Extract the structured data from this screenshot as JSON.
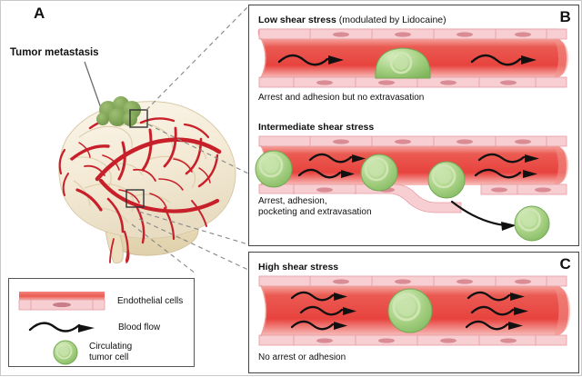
{
  "figure": {
    "panels": [
      {
        "id": "A",
        "letter": "A"
      },
      {
        "id": "B",
        "letter": "B"
      },
      {
        "id": "C",
        "letter": "C"
      }
    ]
  },
  "panel_a": {
    "letter": "A",
    "tumor_label": "Tumor metastasis",
    "brain_icon": "brain-vasculature-illustration",
    "roi_boxes": 2
  },
  "legend": {
    "items": [
      {
        "icon": "endothelial-strip-icon",
        "label": "Endothelial cells"
      },
      {
        "icon": "blood-flow-arrow-icon",
        "label": "Blood flow"
      },
      {
        "icon": "circulating-tumor-cell-icon",
        "label": "Circulating\ntumor cell"
      }
    ]
  },
  "panel_b": {
    "letter": "B",
    "sections": [
      {
        "title_bold": "Low shear stress",
        "title_normal": " (modulated by Lidocaine)",
        "caption": "Arrest and adhesion but no extravasation",
        "flow_arrows": 2,
        "cells": 1
      },
      {
        "title_bold": "Intermediate shear stress",
        "title_normal": "",
        "caption": "Arrest, adhesion,\npocketing and extravasation",
        "flow_arrows": 4,
        "cells": 4
      }
    ]
  },
  "panel_c": {
    "letter": "C",
    "title_bold": "High shear stress",
    "title_normal": "",
    "caption": "No arrest or adhesion",
    "flow_arrows": 6,
    "cells": 1
  },
  "colors": {
    "vessel_lumen_dark": "#e8443f",
    "vessel_lumen_light": "#f7b9b6",
    "vessel_wall": "#f7ced2",
    "vessel_wall_edge": "#e79aa2",
    "endothelial_nucleus": "#d98c94",
    "tumor_cell_green": "#8cc26a",
    "tumor_cell_light": "#cfe6b4",
    "brain_tissue": "#f6eedd",
    "brain_artery": "#c8202a",
    "metastasis_green": "#7aa04e",
    "panel_border": "#444444",
    "dashed_line": "#8a8a8a",
    "text": "#111111"
  }
}
